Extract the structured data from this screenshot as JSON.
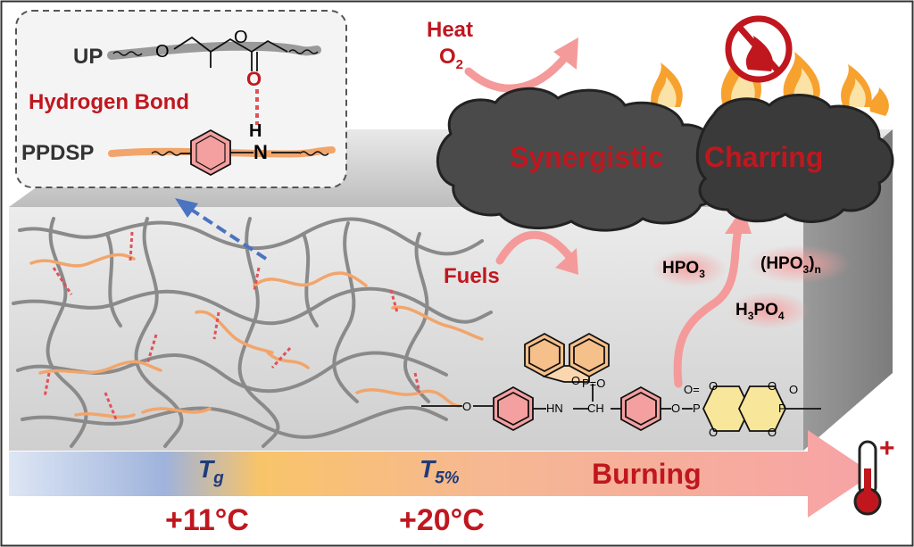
{
  "labels": {
    "heat": "Heat",
    "o2": "O",
    "o2_sub": "2",
    "fuels": "Fuels",
    "synergistic": "Synergistic",
    "charring": "Charring",
    "up": "UP",
    "ppdsp": "PPDSP",
    "hydrogen_bond": "Hydrogen Bond",
    "burning": "Burning",
    "tg_main": "T",
    "tg_sub": "g",
    "t5_main": "T",
    "t5_sub": "5%",
    "tg_delta": "+11°C",
    "t5_delta": "+20°C",
    "plus": "+"
  },
  "species": {
    "hpo3": {
      "main": "HPO",
      "sub": "3"
    },
    "hpo3n": {
      "main": "(HPO",
      "sub": "3",
      "tail": ")",
      "sub2": "n"
    },
    "h3po4": {
      "a": "H",
      "sa": "3",
      "b": "PO",
      "sb": "4"
    }
  },
  "atoms": {
    "o": "O",
    "h": "H",
    "n": "N",
    "hn": "HN",
    "ch": "CH",
    "p": "P",
    "po": "P=O",
    "op": "O=",
    "dash_o": "O",
    "o_dash": "O"
  },
  "colors": {
    "accent_red": "#c0171f",
    "fiber_orange": "#f2a56b",
    "matrix_gray": "#8a8a8a",
    "ring_pink": "#f4a0a0",
    "ring_orange": "#f6c08a"
  }
}
